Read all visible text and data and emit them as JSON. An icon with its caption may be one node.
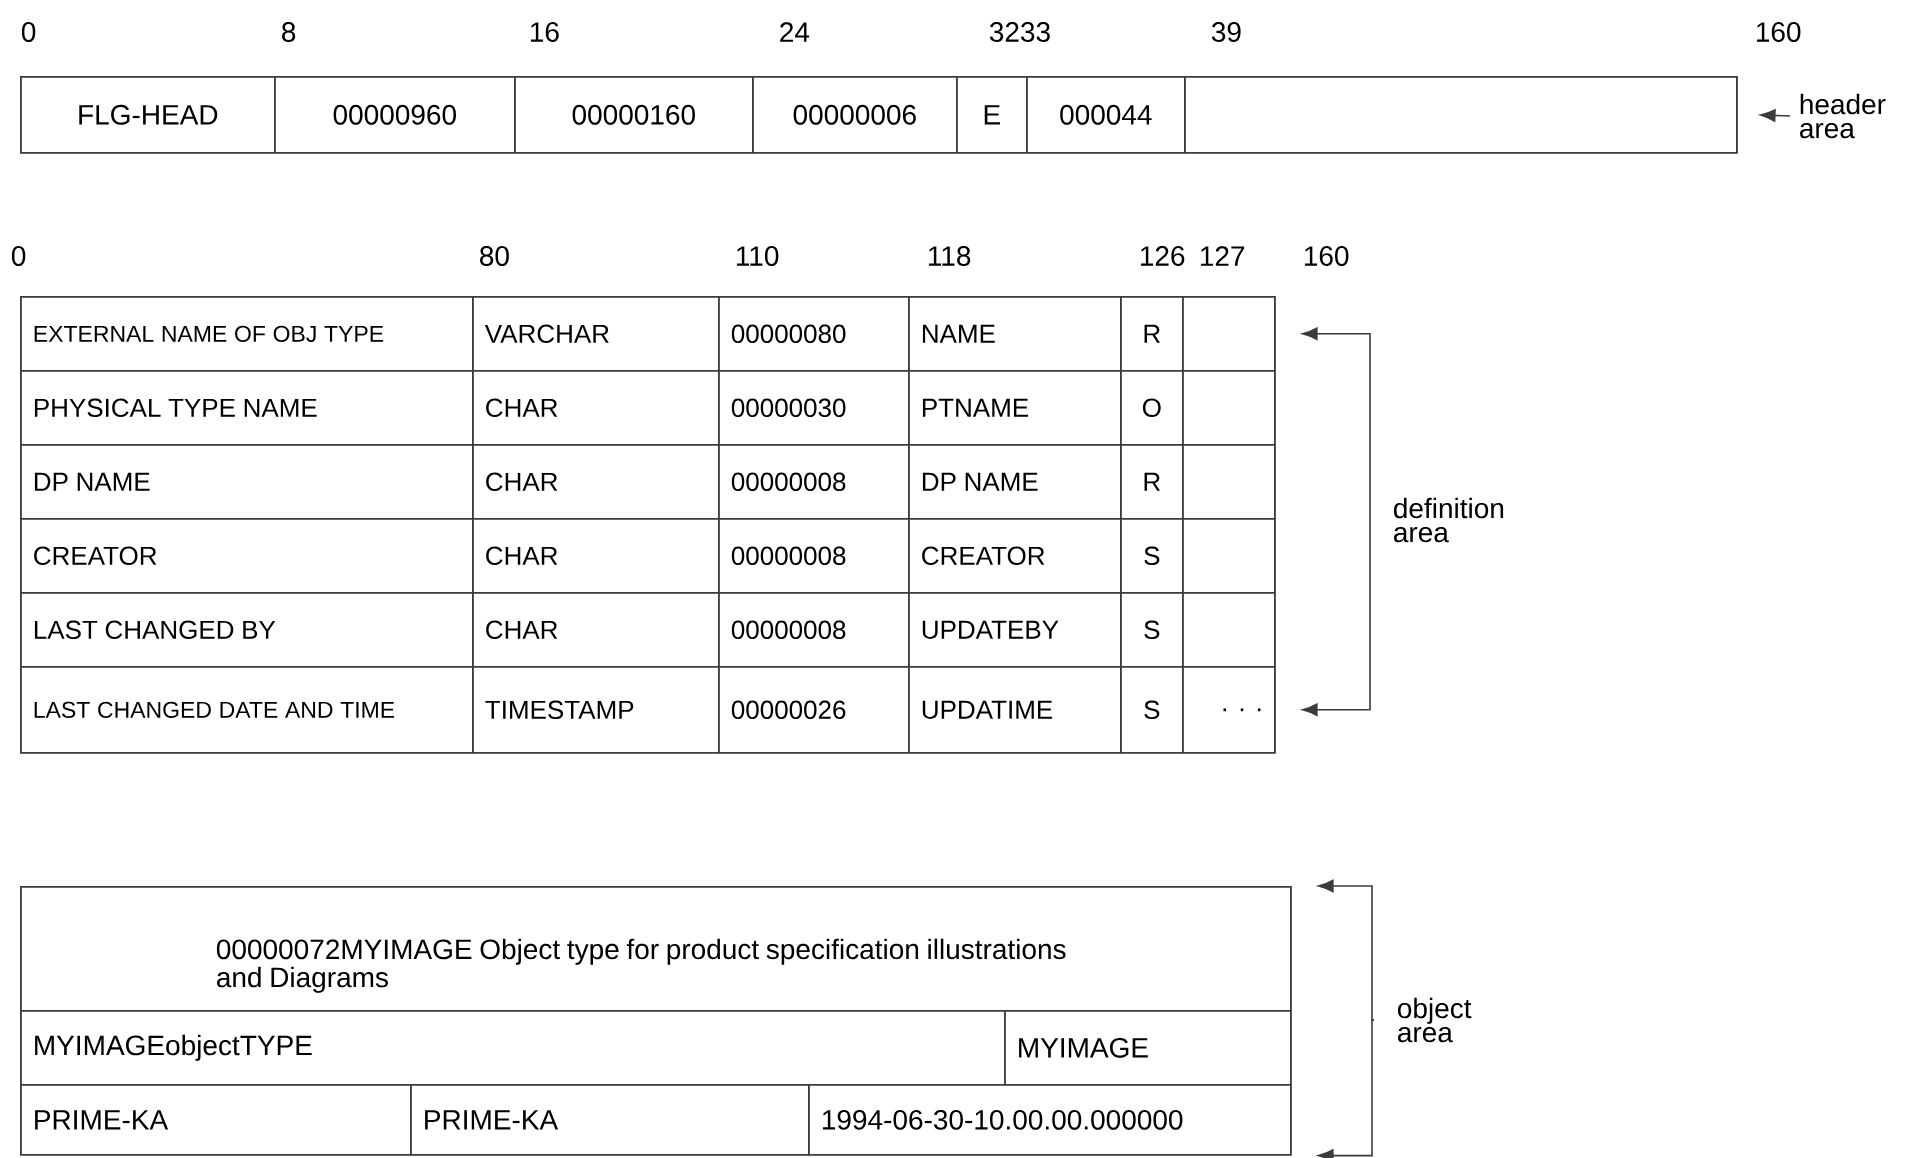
{
  "diagram": {
    "nodes": [
      {
        "text": [],
        "shape": "box"
      },
      {
        "text": [
          "FLG-HEAD"
        ],
        "in": 0
      },
      {
        "text": [
          "00000960"
        ],
        "in": 0
      },
      {
        "text": [
          "00000160"
        ],
        "in": 0
      },
      {
        "text": [
          "00000006"
        ],
        "in": 0
      },
      {
        "text": [
          "E"
        ],
        "in": 0
      },
      {
        "text": [
          "000044"
        ],
        "in": 0
      },
      {
        "text": [],
        "shape": "box",
        "in": 0
      },
      {
        "text": [
          "header area"
        ]
      },
      {
        "text": [],
        "shape": "box"
      },
      {
        "text": [
          "EXTERNAL NAME OF OBJ TYPE"
        ],
        "in": 9
      },
      {
        "text": [
          "VARCHAR"
        ],
        "in": 9
      },
      {
        "text": [
          "00000080"
        ],
        "in": 9
      },
      {
        "text": [
          "NAME"
        ],
        "in": 9
      },
      {
        "text": [
          "R"
        ],
        "in": 9
      },
      {
        "text": [],
        "shape": "box",
        "in": 9
      },
      {
        "text": [
          "PHYSICAL TYPE NAME"
        ],
        "in": 9
      },
      {
        "text": [
          "CHAR"
        ],
        "in": 9
      },
      {
        "text": [
          "00000030"
        ],
        "in": 9
      },
      {
        "text": [
          "PTNAME"
        ],
        "in": 9
      },
      {
        "text": [
          "O"
        ],
        "in": 9
      },
      {
        "text": [],
        "shape": "box",
        "in": 9
      },
      {
        "text": [
          "DP NAME"
        ],
        "in": 9
      },
      {
        "text": [
          "CHAR"
        ],
        "in": 9
      },
      {
        "text": [
          "00000008"
        ],
        "in": 9
      },
      {
        "text": [
          "DP NAME"
        ],
        "in": 9
      },
      {
        "text": [
          "R"
        ],
        "in": 9
      },
      {
        "text": [],
        "shape": "box",
        "in": 9
      },
      {
        "text": [
          "CREATOR"
        ],
        "in": 9
      },
      {
        "text": [
          "CHAR"
        ],
        "in": 9
      },
      {
        "text": [
          "00000008"
        ],
        "in": 9
      },
      {
        "text": [
          "CREATOR"
        ],
        "in": 9
      },
      {
        "text": [
          "S"
        ],
        "in": 9
      },
      {
        "text": [],
        "shape": "box",
        "in": 9
      },
      {
        "text": [
          "LAST CHANGED BY"
        ],
        "in": 9
      },
      {
        "text": [
          "CHAR"
        ],
        "in": 9
      },
      {
        "text": [
          "00000008"
        ],
        "in": 9
      },
      {
        "text": [
          "UPDATEBY"
        ],
        "in": 9
      },
      {
        "text": [
          "S"
        ],
        "in": 9
      },
      {
        "text": [],
        "shape": "box",
        "in": 9
      },
      {
        "text": [
          "LAST CHANGED DATE AND TIME"
        ],
        "in": 9
      },
      {
        "text": [
          "TIMESTAMP"
        ],
        "in": 9
      },
      {
        "text": [
          "00000026"
        ],
        "in": 9
      },
      {
        "text": [
          "UPDATIME"
        ],
        "in": 9
      },
      {
        "text": [
          "S"
        ],
        "in": 9
      },
      {
        "text": [
          ". . ."
        ],
        "in": 9
      },
      {
        "text": [
          "definition area"
        ]
      },
      {
        "text": [],
        "shape": "box"
      },
      {
        "text": [
          "00000072MYIMAGE Object type for product specification illustrations and Diagrams"
        ],
        "in": 47
      },
      {
        "text": [
          "MYIMAGEobjectTYPE"
        ],
        "in": 47
      },
      {
        "text": [
          "MYIMAGE"
        ],
        "in": 47
      },
      {
        "text": [
          "PRIME-KA"
        ],
        "in": 47
      },
      {
        "text": [
          "PRIME-KA"
        ],
        "in": 47
      },
      {
        "text": [
          "1994-06-30-10.00.00.000000"
        ],
        "in": 47
      },
      {
        "text": [
          "object area"
        ]
      }
    ],
    "edges": [
      {
        "from": 8,
        "to": 0,
        "arrow": "to"
      },
      {
        "from": 46,
        "to": 15,
        "arrow": "to"
      },
      {
        "from": 46,
        "to": 45,
        "arrow": "to"
      },
      {
        "from": 54,
        "to": 48,
        "arrow": "to"
      },
      {
        "from": 54,
        "to": 53,
        "arrow": "to"
      }
    ],
    "labels": [
      "0",
      "8",
      "16",
      "24",
      "3233",
      "39",
      "160",
      "0",
      "80",
      "110",
      "118",
      "126",
      "127",
      "160"
    ]
  }
}
